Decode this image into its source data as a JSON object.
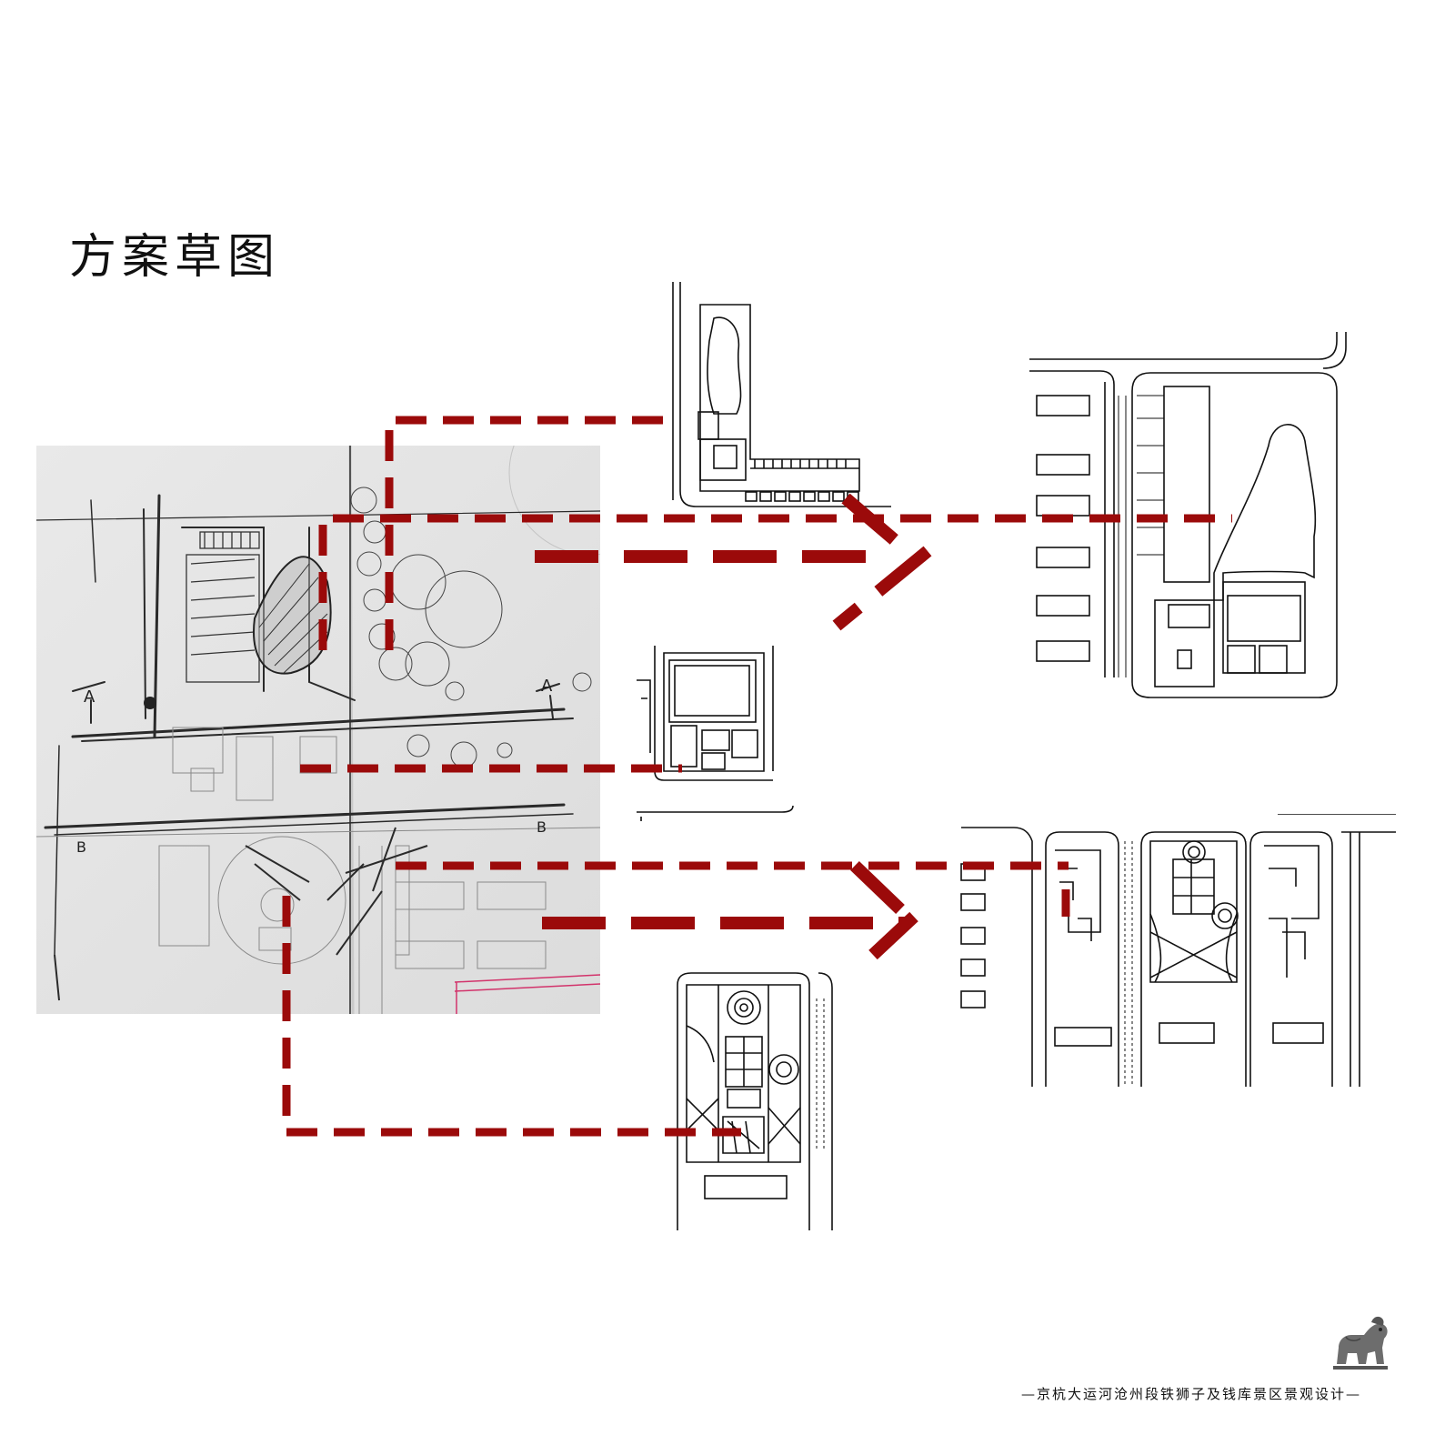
{
  "title": "方案草图",
  "footer": "—京杭大运河沧州段铁狮子及钱库景区景观设计—",
  "sketch_labels": {
    "a_left": "A",
    "a_right": "A",
    "b_left": "B",
    "b_right": "B"
  },
  "colors": {
    "accent": "#9b0a0a",
    "line": "#111111",
    "sketch_bg": "#e6e6e6",
    "pencil": "#2a2a2a"
  },
  "logo_icon": "iron-lion-icon"
}
